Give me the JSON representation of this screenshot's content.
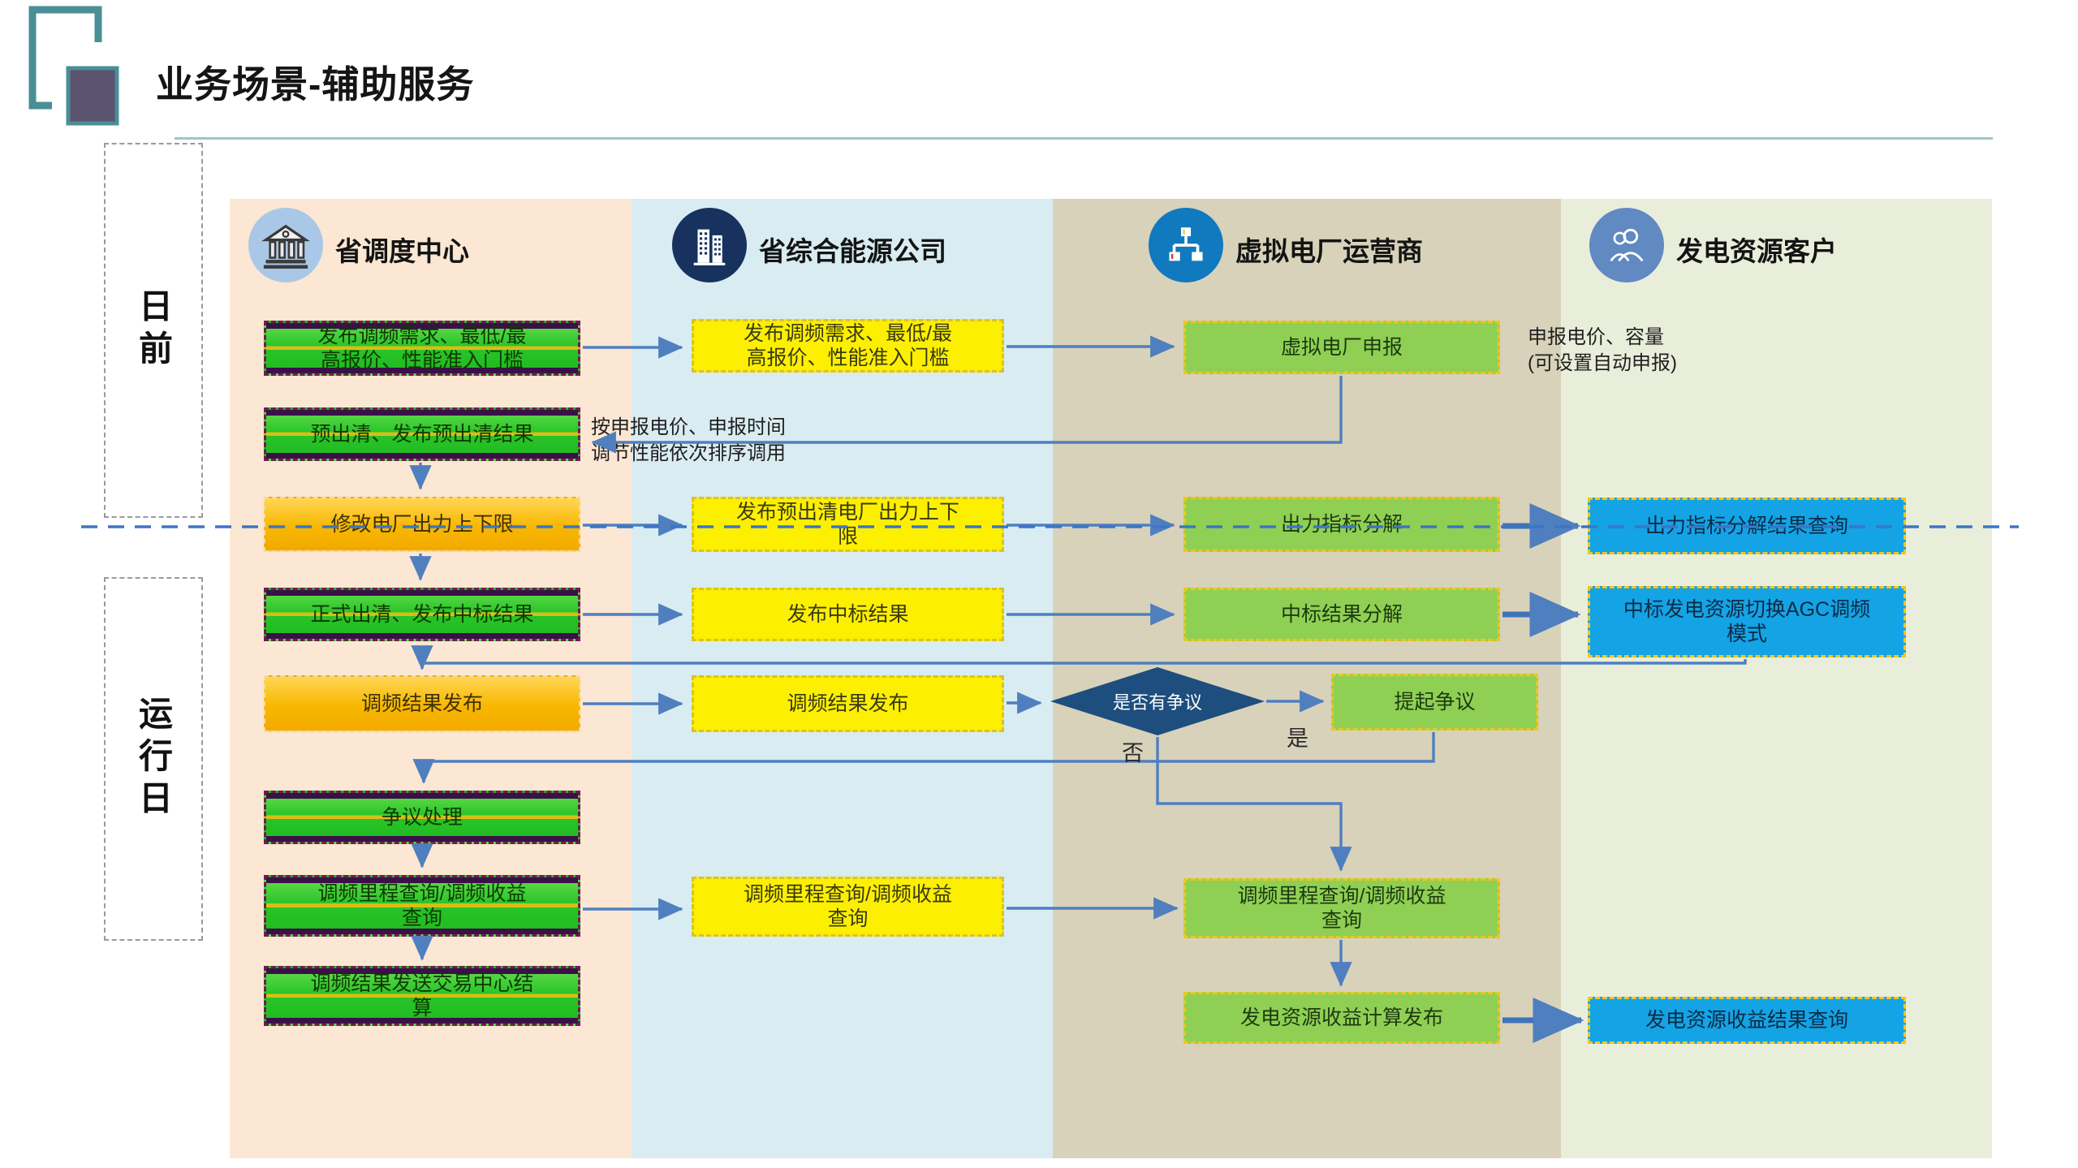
{
  "slide": {
    "title": "业务场景-辅助服务"
  },
  "time_labels": [
    {
      "id": "day_ahead",
      "label": "日前"
    },
    {
      "id": "operation_day",
      "label": "运行日"
    }
  ],
  "lanes": [
    {
      "id": "dispatch",
      "label": "省调度中心",
      "icon": "bank-icon",
      "bg": "#fbe7d3",
      "icon_bg": "#a9c8e8"
    },
    {
      "id": "energy_co",
      "label": "省综合能源公司",
      "icon": "buildings-icon",
      "bg": "#d9ecf2",
      "icon_bg": "#17325e"
    },
    {
      "id": "vpp",
      "label": "虚拟电厂运营商",
      "icon": "network-icon",
      "bg": "#d8d2ba",
      "icon_bg": "#1179be"
    },
    {
      "id": "gen_customer",
      "label": "发电资源客户",
      "icon": "people-icon",
      "bg": "#e9eedb",
      "icon_bg": "#6189c2"
    }
  ],
  "boxes": [
    {
      "id": "g1",
      "lane": "dispatch",
      "style": "green-ants",
      "text": "发布调频需求、最低/最高报价、性能准入门槛"
    },
    {
      "id": "g2",
      "lane": "dispatch",
      "style": "green-ants",
      "text": "预出清、发布预出清结果"
    },
    {
      "id": "o1",
      "lane": "dispatch",
      "style": "amber",
      "text": "修改电厂出力上下限"
    },
    {
      "id": "g3",
      "lane": "dispatch",
      "style": "green-ants",
      "text": "正式出清、发布中标结果"
    },
    {
      "id": "o2",
      "lane": "dispatch",
      "style": "amber",
      "text": "调频结果发布"
    },
    {
      "id": "g4",
      "lane": "dispatch",
      "style": "green-ants",
      "text": "争议处理"
    },
    {
      "id": "g5",
      "lane": "dispatch",
      "style": "green-ants",
      "text": "调频里程查询/调频收益查询"
    },
    {
      "id": "g6",
      "lane": "dispatch",
      "style": "green-ants",
      "text": "调频结果发送交易中心结算"
    },
    {
      "id": "y1",
      "lane": "energy_co",
      "style": "yellow",
      "text": "发布调频需求、最低/最高报价、性能准入门槛"
    },
    {
      "id": "y2",
      "lane": "energy_co",
      "style": "yellow",
      "text": "发布预出清电厂出力上下限"
    },
    {
      "id": "y3",
      "lane": "energy_co",
      "style": "yellow",
      "text": "发布中标结果"
    },
    {
      "id": "y4",
      "lane": "energy_co",
      "style": "yellow",
      "text": "调频结果发布"
    },
    {
      "id": "y5",
      "lane": "energy_co",
      "style": "yellow",
      "text": "调频里程查询/调频收益查询"
    },
    {
      "id": "v1",
      "lane": "vpp",
      "style": "lime",
      "text": "虚拟电厂申报"
    },
    {
      "id": "v2",
      "lane": "vpp",
      "style": "lime",
      "text": "出力指标分解"
    },
    {
      "id": "v3",
      "lane": "vpp",
      "style": "lime",
      "text": "中标结果分解"
    },
    {
      "id": "v6",
      "lane": "vpp",
      "style": "lime",
      "text": "提起争议"
    },
    {
      "id": "v4",
      "lane": "vpp",
      "style": "lime",
      "text": "调频里程查询/调频收益查询"
    },
    {
      "id": "v5",
      "lane": "vpp",
      "style": "lime",
      "text": "发电资源收益计算发布"
    },
    {
      "id": "b1",
      "lane": "gen_customer",
      "style": "blue",
      "text": "出力指标分解结果查询"
    },
    {
      "id": "b2",
      "lane": "gen_customer",
      "style": "blue",
      "text": "中标发电资源切换AGC调频模式"
    },
    {
      "id": "b3",
      "lane": "gen_customer",
      "style": "blue",
      "text": "发电资源收益结果查询"
    }
  ],
  "decision": {
    "id": "d1",
    "text": "是否有争议"
  },
  "edge_labels": {
    "yes": "是",
    "no": "否"
  },
  "annotations": [
    {
      "id": "ann_bid",
      "lines": [
        "申报电价、容量",
        "(可设置自动申报)"
      ]
    },
    {
      "id": "ann_sort",
      "lines": [
        "按申报电价、申报时间",
        "调节性能依次排序调用"
      ]
    }
  ],
  "colors": {
    "lane_dispatch_bg": "#fbe7d3",
    "lane_energy_bg": "#d9ecf2",
    "lane_vpp_bg": "#d8d2ba",
    "lane_customer_bg": "#e9eedb",
    "box_green": "#2ac52a",
    "box_amber": "#f8b700",
    "box_yellow": "#fcf000",
    "box_lime": "#8fd054",
    "box_blue": "#14a3e4",
    "diamond_navy": "#1d4e7e",
    "arrow_blue": "#4f7fbf",
    "divider_blue": "#3b76c6",
    "title_rule_teal": "#9fc5c8",
    "logo_teal": "#4a8e96",
    "logo_purple": "#5c5370"
  }
}
